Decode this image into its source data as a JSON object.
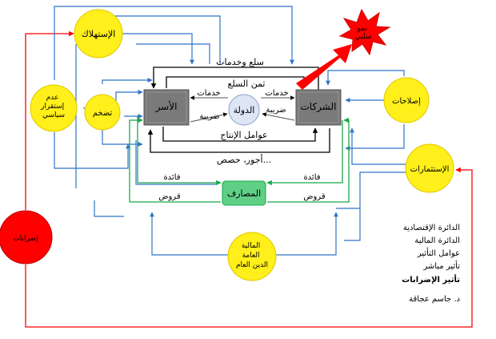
{
  "nodes": {
    "households": "الأسر",
    "firms": "الشركات",
    "state": "الدولة",
    "banks": "المصارف",
    "consumption": "الإستهلاك",
    "inflation": "تضخم",
    "instability": "عدم\nإستقرار\nسياسي",
    "reforms": "إصلاحات",
    "investments": "الإستثمارات",
    "strikes": "إضرابات",
    "public_finance": "المالية\nالعامة\nالدين العام",
    "negative_growth": "نمو\nسلبي"
  },
  "flow_labels": {
    "goods_services": "سلع وخدمات",
    "price_of_goods": "ثمن السلع",
    "services_left": "خدمات",
    "services_right": "خدمات",
    "tax_left": "ضريبة",
    "tax_right": "ضريبة",
    "factors_of_production": "عوامل الإنتاج",
    "wages_shares": "أجور، حصص...",
    "interest_left": "فائدة",
    "interest_right": "فائدة",
    "loans_left": "قروض",
    "loans_right": "قروض"
  },
  "legend": {
    "economic_cycle": "الدائرة الإقتصادية",
    "financial_cycle": "الدائرة المالية",
    "influence_factors": "عوامل التأثير",
    "direct_influence": "تأثير مباشر",
    "strikes_influence": "تأثير الإضرابات",
    "author": "د. جاسم عجاقة"
  },
  "colors": {
    "economic": "#000000",
    "financial": "#1aa84a",
    "influence": "#f5a800",
    "direct": "#2e75c7",
    "strikes": "#ff0000",
    "yellow": "#ffef1a",
    "entity_box": "#7a7a7a",
    "bank_box": "#5fcf86",
    "state_circle": "#dde6f5"
  }
}
